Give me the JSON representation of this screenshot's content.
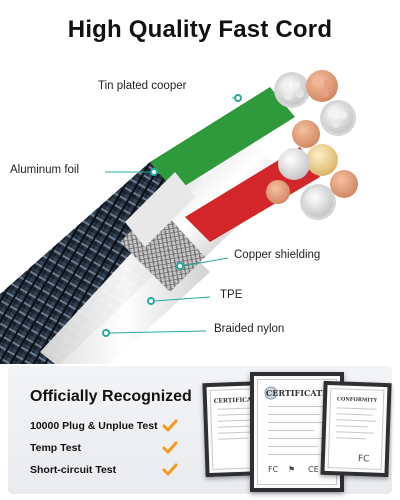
{
  "title": "High Quality Fast Cord",
  "callouts": {
    "tin_plated": "Tin plated cooper",
    "aluminum_foil": "Aluminum foil",
    "copper_shielding": "Copper shielding",
    "tpe": "TPE",
    "braided_nylon": "Braided nylon"
  },
  "recognized": {
    "heading": "Officially Recognized",
    "tests": [
      "10000 Plug & Unplue Test",
      "Temp Test",
      "Short-circuit Test"
    ]
  },
  "certificates": {
    "left_heading": "CERTIFICATE",
    "center_heading": "CERTIFICATE",
    "right_heading": "CONFORMITY"
  },
  "colors": {
    "check": "#f29a1f",
    "callout_dot": "#2aa7a0",
    "wire_green": "#2f9a3c",
    "wire_red": "#d3262b",
    "wire_white": "#e9e9e9",
    "braid": "#1d2a3a"
  }
}
